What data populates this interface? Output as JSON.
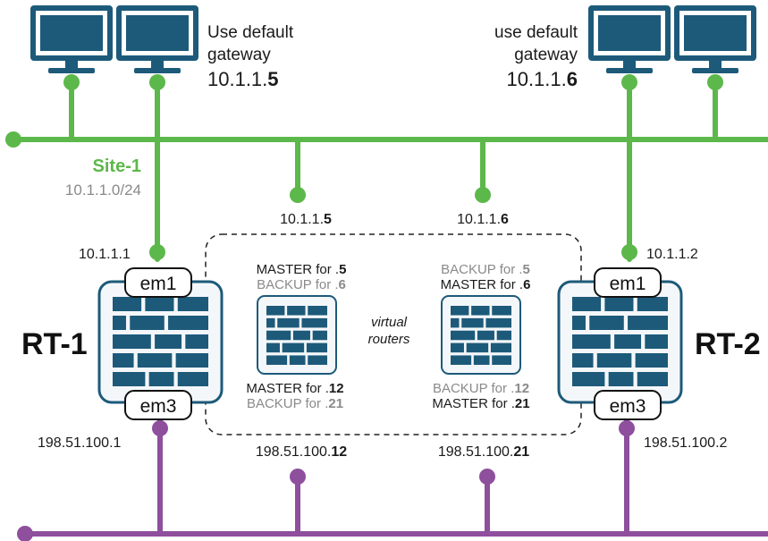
{
  "colors": {
    "site_lan": "#5cb84a",
    "wan": "#8e4f9d",
    "device": "#1d5a7a",
    "device_fill": "#f4f7f9",
    "text_muted": "#8a8a8a"
  },
  "hosts": [
    {
      "icon": "monitor-icon"
    },
    {
      "icon": "monitor-icon"
    },
    {
      "icon": "monitor-icon"
    },
    {
      "icon": "monitor-icon"
    }
  ],
  "gateway_left": {
    "line1": "Use default",
    "line2": "gateway",
    "ip_prefix": "10.1.1.",
    "ip_suffix": "5"
  },
  "gateway_right": {
    "line1": "use default",
    "line2": "gateway",
    "ip_prefix": "10.1.1.",
    "ip_suffix": "6"
  },
  "site": {
    "name": "Site-1",
    "subnet": "10.1.1.0/24"
  },
  "virtual_ips_lan": [
    {
      "prefix": "10.1.1.",
      "suffix": "5"
    },
    {
      "prefix": "10.1.1.",
      "suffix": "6"
    }
  ],
  "virtual_ips_wan": [
    {
      "prefix": "198.51.100.",
      "suffix": "12"
    },
    {
      "prefix": "198.51.100.",
      "suffix": "21"
    }
  ],
  "routers": {
    "rt1": {
      "name": "RT-1",
      "em1_label": "em1",
      "em3_label": "em3",
      "lan_ip": "10.1.1.1",
      "wan_ip": "198.51.100.1"
    },
    "rt2": {
      "name": "RT-2",
      "em1_label": "em1",
      "em3_label": "em3",
      "lan_ip": "10.1.1.2",
      "wan_ip": "198.51.100.2"
    }
  },
  "virtual_routers": {
    "label_line1": "virtual",
    "label_line2": "routers",
    "left": {
      "top_master": {
        "text": "MASTER for .",
        "value": "5"
      },
      "top_backup": {
        "text": "BACKUP for .",
        "value": "6"
      },
      "bottom_master": {
        "text": "MASTER for .",
        "value": "12"
      },
      "bottom_backup": {
        "text": "BACKUP for .",
        "value": "21"
      }
    },
    "right": {
      "top_backup": {
        "text": "BACKUP for .",
        "value": "5"
      },
      "top_master": {
        "text": "MASTER for .",
        "value": "6"
      },
      "bottom_backup": {
        "text": "BACKUP for .",
        "value": "12"
      },
      "bottom_master": {
        "text": "MASTER for .",
        "value": "21"
      }
    }
  }
}
